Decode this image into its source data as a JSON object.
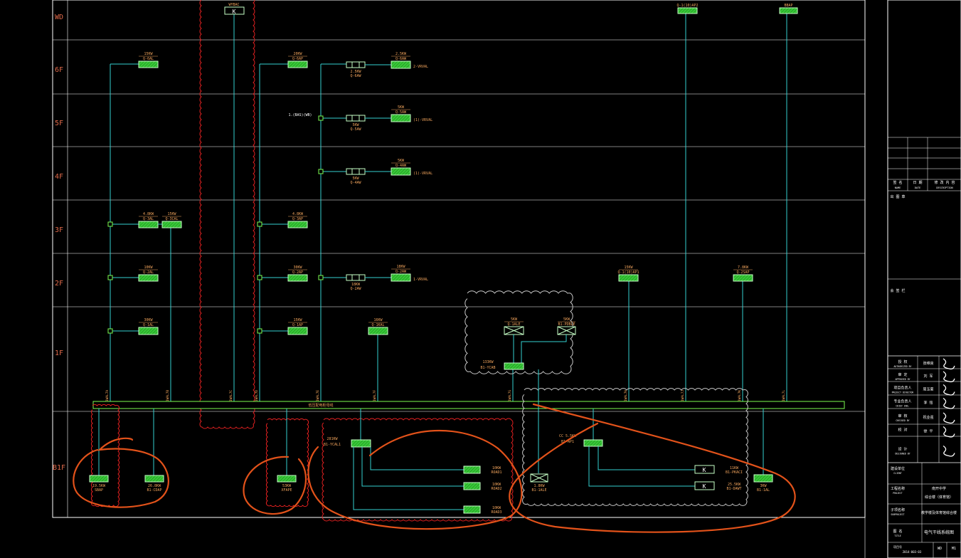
{
  "colors": {
    "background": "#000000",
    "grid": "#ffffff",
    "floor_label": "#e06a4a",
    "riser": "#33d1d1",
    "box_fill": "#38c938",
    "box_stroke": "#c6ffc6",
    "text": "#f1a45c",
    "cloud": "#e02020",
    "cloud_white": "#c8c8c8",
    "annotation": "#e2521a",
    "busbar": "#7cfc50"
  },
  "floors": [
    "WD",
    "6F",
    "5F",
    "4F",
    "3F",
    "2F",
    "1F",
    "B1F"
  ],
  "boxes": {
    "wybac": {
      "tag": "WYBAC",
      "text": "K"
    },
    "q10ap2": {
      "tag": "Q-1(10)AP2"
    },
    "bbap": {
      "tag": "BBAP"
    },
    "q6al": {
      "rating": "15KW",
      "tag": "Q-6AL"
    },
    "q6ap": {
      "rating": "20KW",
      "tag": "Q-6AP"
    },
    "q6aw": {
      "rating": "2.5KW",
      "tag": "Q-6AW",
      "load": "2-VRVAL"
    },
    "q5aw": {
      "rating": "5KW",
      "tag": "Q-5AW",
      "load": "(1)-VRVAL",
      "note": "1.(BAS)(WB)"
    },
    "q4aw": {
      "rating": "5KW",
      "tag": "Q-4AW",
      "load": "(1)-VRVAL"
    },
    "q3al": {
      "rating": "4.8KW",
      "tag": "Q-3AL"
    },
    "q3cal": {
      "rating": "15KW",
      "tag": "Q-3CAL"
    },
    "q3ap": {
      "rating": "4.8KW",
      "tag": "Q-3AP"
    },
    "q2al": {
      "rating": "10KW",
      "tag": "Q-2AL"
    },
    "q2ap": {
      "rating": "30KW",
      "tag": "Q-2AP"
    },
    "q2aw": {
      "rating": "18KW",
      "tag": "Q-2AW",
      "load": "1-VRVAL"
    },
    "q1e10ap1": {
      "rating": "15KW",
      "tag": "Q-1(10)AP1"
    },
    "q2sap": {
      "rating": "7.8KW",
      "tag": "Q-2SAP"
    },
    "q1al": {
      "rating": "30KW",
      "tag": "Q-1AL"
    },
    "q1ap": {
      "rating": "15KW",
      "tag": "Q-1AP"
    },
    "q1kal": {
      "rating": "16KW",
      "tag": "Q-1KAL"
    },
    "q1ale": {
      "rating": "5KW",
      "tag": "Q-1ALE"
    },
    "b1pdble": {
      "rating": "5KW",
      "tag": "B1-PDBLE"
    },
    "b1ycab": {
      "rating": "133KW",
      "tag": "B1-YCAB"
    },
    "sbap": {
      "rating": "19.5KW",
      "tag": "SBAP"
    },
    "b1cdap": {
      "rating": "26.8KW",
      "tag": "B1-CDAP"
    },
    "xfape": {
      "rating": "53KW",
      "tag": "XFAPE"
    },
    "b1ycal1": {
      "rating": "281KW",
      "tag": "B1-YCAL1"
    },
    "road1": {
      "rating": "10KW",
      "tag": "ROAD1"
    },
    "road2": {
      "rating": "10KW",
      "tag": "ROAD2"
    },
    "road3": {
      "rating": "10KW",
      "tag": "ROAD3"
    },
    "b1ap1": {
      "rating": "CC 5.5KW",
      "tag": "B1-AP1"
    },
    "b1ale": {
      "rating": "1.8KW",
      "tag": "B1-1ALE"
    },
    "b1pkaci": {
      "rating": "11KW",
      "tag": "B1-PKACI",
      "text": "K"
    },
    "b1dawt": {
      "rating": "25.5KW",
      "tag": "B1-DAWT",
      "text": "K"
    },
    "b11al": {
      "rating": "3KW",
      "tag": "B1-1AL"
    }
  },
  "cable_tags": [
    "1WAL7A",
    "1WAL7B",
    "1WAL7C",
    "1WAL7D",
    "1WAL7E",
    "1WAL7F",
    "1WAL7G",
    "1WAL7H",
    "1WAL7J",
    "1WAL7K",
    "1WAL7L"
  ],
  "bus_label": "低压配电柜母线",
  "title_block": {
    "rows": [
      {
        "label": "授 权",
        "sub": "AUTHORIZED BY",
        "name": "张维良"
      },
      {
        "label": "审 定",
        "sub": "APPROVED BY",
        "name": "刘 军"
      },
      {
        "label": "项目负责人",
        "sub": "PROJECT DIRECTOR",
        "name": "周玉菊"
      },
      {
        "label": "专业负责人",
        "sub": "CHIEF ENG.",
        "name": "李 铭"
      },
      {
        "label": "审 核",
        "sub": "CHECKED BY",
        "name": "祝业强"
      },
      {
        "label": "校 对",
        "sub": "",
        "name": "徐 平"
      },
      {
        "label": "设 计",
        "sub": "DESIGNED BY",
        "name": ""
      }
    ],
    "header_cells": [
      "签 名",
      "日 期",
      "修 改 内 容"
    ],
    "header_sub": [
      "NAME",
      "DATE",
      "DESCRIPTION"
    ],
    "label_big1": "出 图 章",
    "label_big2": "会 签 栏",
    "client_label": "建设单位",
    "client_sub": "CLIENT",
    "client_value": "",
    "project_label": "工程名称",
    "project_sub": "PROJECT",
    "project_value": "南开中学",
    "project_value2": "综合楼（体育馆）",
    "subproject_label": "子项名称",
    "subproject_sub": "SUBPROJECT",
    "subproject_value": "教学楼及体育馆综合楼",
    "title_label": "图 名",
    "title_sub": "TITLE",
    "title_value": "电气干线系统图",
    "drawing_no_label": "项目号",
    "drawing_no": "2014-003-03",
    "drawing_sub2": "WD",
    "drawing_sub3": "M1"
  }
}
